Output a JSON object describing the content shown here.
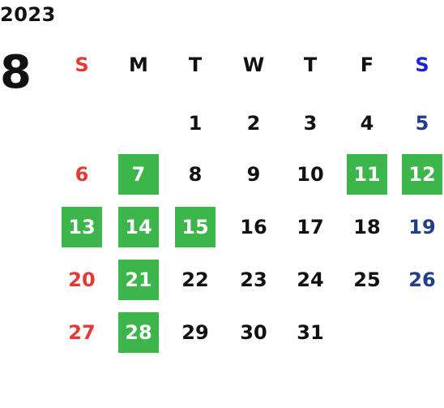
{
  "calendar": {
    "year": "2023",
    "month": "8",
    "weekdays": [
      "S",
      "M",
      "T",
      "W",
      "T",
      "F",
      "S"
    ],
    "days": [
      {
        "label": "1",
        "col": 2,
        "row": 0,
        "kind": "weekday"
      },
      {
        "label": "2",
        "col": 3,
        "row": 0,
        "kind": "weekday"
      },
      {
        "label": "3",
        "col": 4,
        "row": 0,
        "kind": "weekday"
      },
      {
        "label": "4",
        "col": 5,
        "row": 0,
        "kind": "weekday"
      },
      {
        "label": "5",
        "col": 6,
        "row": 0,
        "kind": "saturday"
      },
      {
        "label": "6",
        "col": 0,
        "row": 1,
        "kind": "sunday"
      },
      {
        "label": "7",
        "col": 1,
        "row": 1,
        "kind": "weekday",
        "highlighted": true
      },
      {
        "label": "8",
        "col": 2,
        "row": 1,
        "kind": "weekday"
      },
      {
        "label": "9",
        "col": 3,
        "row": 1,
        "kind": "weekday"
      },
      {
        "label": "10",
        "col": 4,
        "row": 1,
        "kind": "weekday"
      },
      {
        "label": "11",
        "col": 5,
        "row": 1,
        "kind": "weekday",
        "highlighted": true
      },
      {
        "label": "12",
        "col": 6,
        "row": 1,
        "kind": "saturday",
        "highlighted": true
      },
      {
        "label": "13",
        "col": 0,
        "row": 2,
        "kind": "sunday",
        "highlighted": true
      },
      {
        "label": "14",
        "col": 1,
        "row": 2,
        "kind": "weekday",
        "highlighted": true
      },
      {
        "label": "15",
        "col": 2,
        "row": 2,
        "kind": "weekday",
        "highlighted": true
      },
      {
        "label": "16",
        "col": 3,
        "row": 2,
        "kind": "weekday"
      },
      {
        "label": "17",
        "col": 4,
        "row": 2,
        "kind": "weekday"
      },
      {
        "label": "18",
        "col": 5,
        "row": 2,
        "kind": "weekday"
      },
      {
        "label": "19",
        "col": 6,
        "row": 2,
        "kind": "saturday"
      },
      {
        "label": "20",
        "col": 0,
        "row": 3,
        "kind": "sunday"
      },
      {
        "label": "21",
        "col": 1,
        "row": 3,
        "kind": "weekday",
        "highlighted": true
      },
      {
        "label": "22",
        "col": 2,
        "row": 3,
        "kind": "weekday"
      },
      {
        "label": "23",
        "col": 3,
        "row": 3,
        "kind": "weekday"
      },
      {
        "label": "24",
        "col": 4,
        "row": 3,
        "kind": "weekday"
      },
      {
        "label": "25",
        "col": 5,
        "row": 3,
        "kind": "weekday"
      },
      {
        "label": "26",
        "col": 6,
        "row": 3,
        "kind": "saturday"
      },
      {
        "label": "27",
        "col": 0,
        "row": 4,
        "kind": "sunday"
      },
      {
        "label": "28",
        "col": 1,
        "row": 4,
        "kind": "weekday",
        "highlighted": true
      },
      {
        "label": "29",
        "col": 2,
        "row": 4,
        "kind": "weekday"
      },
      {
        "label": "30",
        "col": 3,
        "row": 4,
        "kind": "weekday"
      },
      {
        "label": "31",
        "col": 4,
        "row": 4,
        "kind": "weekday"
      }
    ]
  },
  "colors": {
    "highlight": "#3cb54a",
    "sunday": "#e53935",
    "saturday_header": "#1e22d6",
    "saturday_day": "#1f3f8a",
    "text": "#111111"
  }
}
